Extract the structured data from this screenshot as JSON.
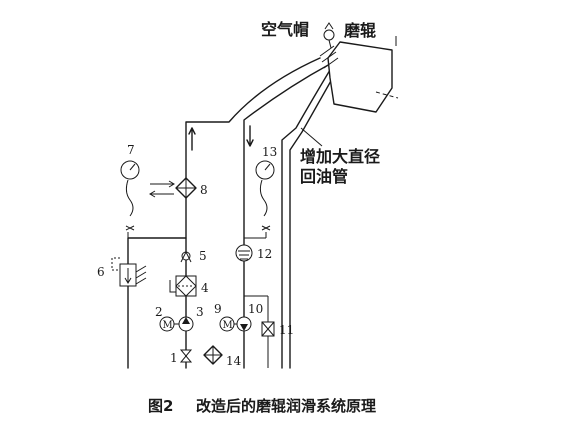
{
  "labels": {
    "air_cap": "空气帽",
    "grinding_roller": "磨辊",
    "return_pipe_line1": "增加大直径",
    "return_pipe_line2": "回油管"
  },
  "components": {
    "c1": "1",
    "c2": "2",
    "c3": "3",
    "c4": "4",
    "c5": "5",
    "c6": "6",
    "c7": "7",
    "c8": "8",
    "c9": "9",
    "c10": "10",
    "c11": "11",
    "c12": "12",
    "c13": "13",
    "c14": "14"
  },
  "pump_letter": "M",
  "caption": {
    "number": "图2",
    "text": "改造后的磨辊润滑系统原理"
  }
}
